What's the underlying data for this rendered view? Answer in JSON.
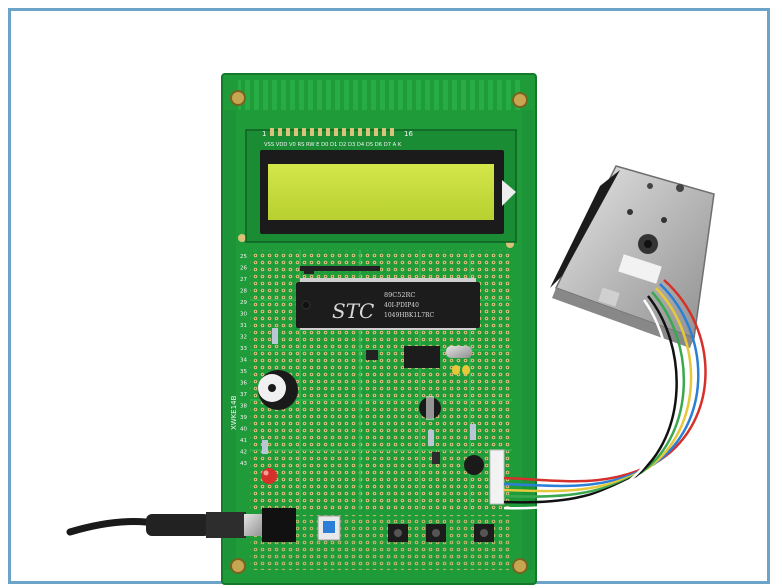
{
  "photo": {
    "chip_brand": "STC",
    "chip_model_line1": "89C52RC",
    "chip_model_line2": "40I-PDIP40",
    "chip_model_line3": "1049HBK1L7RC",
    "lcd_pin_label": "VSS VDD V0 RS RW E D0 D1 D2 D3 D4 D5 D6 D7 A K",
    "lcd_pin_start": "1",
    "lcd_pin_end": "16",
    "side_label": "XWKE14B",
    "row_numbers": [
      "25",
      "26",
      "27",
      "28",
      "29",
      "30",
      "31",
      "32",
      "33",
      "34",
      "35",
      "36",
      "37",
      "38",
      "39",
      "40",
      "41",
      "42",
      "43"
    ],
    "colors": {
      "pcb": "#1f9b3a",
      "pcb_dark": "#17822f",
      "lcd_screen": "#c6dc3a",
      "frame": "#6ea3c9"
    }
  }
}
